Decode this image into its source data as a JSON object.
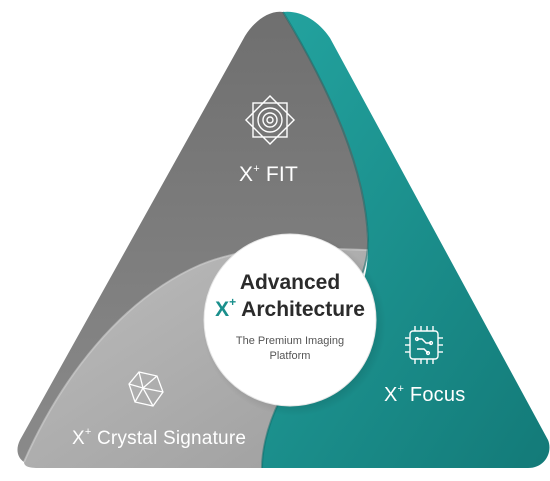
{
  "diagram": {
    "center": {
      "title_line1": "Advanced",
      "title_line2_prefix": "X",
      "title_line2_sup": "+",
      "title_line2_rest": " Architecture",
      "subtitle_line1": "The Premium Imaging",
      "subtitle_line2": "Platform"
    },
    "segments": [
      {
        "id": "fit",
        "prefix": "X",
        "sup": "+",
        "name": " FIT",
        "color": "#7d7d7d",
        "icon": "lens-aperture-icon"
      },
      {
        "id": "focus",
        "prefix": "X",
        "sup": "+",
        "name": " Focus",
        "color": "#1a8f8c",
        "icon": "chip-circuit-icon"
      },
      {
        "id": "crystal",
        "prefix": "X",
        "sup": "+",
        "name": " Crystal Signature",
        "color": "#a9a9a9",
        "icon": "crystal-cube-icon"
      }
    ]
  }
}
